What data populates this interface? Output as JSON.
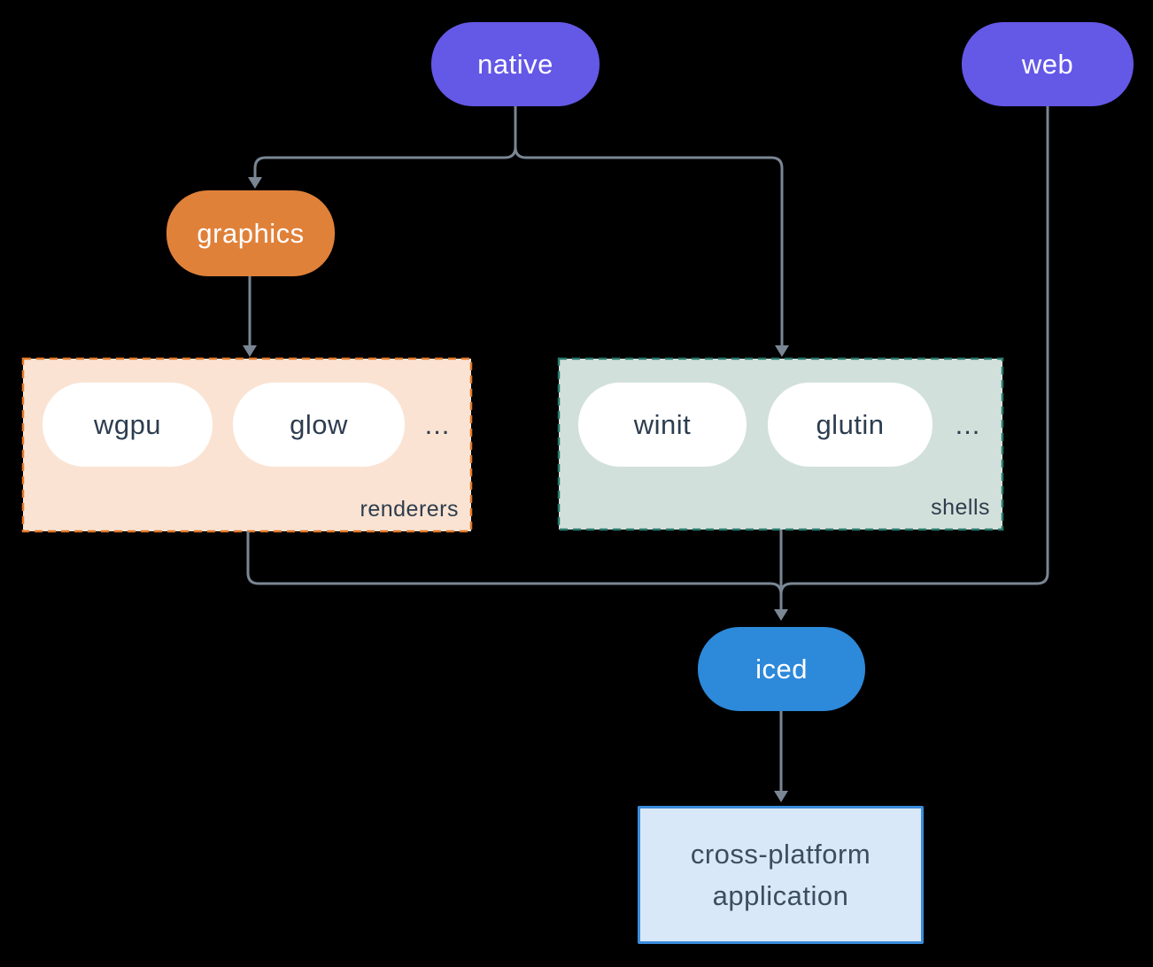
{
  "colors": {
    "background": "#000000",
    "wire": "#7a8694",
    "node_purple": "#6458e7",
    "node_orange": "#e0813a",
    "node_blue": "#2d89da",
    "item_pill_fill": "#ffffff",
    "item_text": "#2d3d50",
    "renderers_fill": "#fae3d3",
    "renderers_border": "#e2792b",
    "shells_fill": "#d1e0da",
    "shells_border": "#27796b",
    "app_fill": "#d9e8f8",
    "app_border": "#3b8cdb"
  },
  "nodes": {
    "native": {
      "label": "native"
    },
    "web": {
      "label": "web"
    },
    "graphics": {
      "label": "graphics"
    },
    "iced": {
      "label": "iced"
    },
    "application": {
      "line1": "cross-platform",
      "line2": "application"
    }
  },
  "groups": {
    "renderers": {
      "label": "renderers",
      "ellipsis": "...",
      "items": [
        {
          "label": "wgpu"
        },
        {
          "label": "glow"
        }
      ]
    },
    "shells": {
      "label": "shells",
      "ellipsis": "...",
      "items": [
        {
          "label": "winit"
        },
        {
          "label": "glutin"
        }
      ]
    }
  }
}
